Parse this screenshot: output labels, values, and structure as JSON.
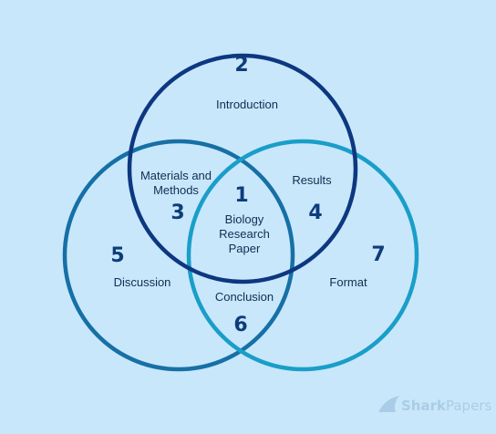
{
  "diagram": {
    "circles": [
      {
        "name": "top",
        "color": "#0d3880"
      },
      {
        "name": "left",
        "color": "#1670a6"
      },
      {
        "name": "right",
        "color": "#199ec9"
      }
    ],
    "text_color": "#0f2e52",
    "number_color": "#0d3d7a",
    "regions": [
      {
        "number": "2",
        "label": "Introduction"
      },
      {
        "number": "3",
        "label": "Materials and Methods"
      },
      {
        "number": "1",
        "label": "Biology Research Paper"
      },
      {
        "number": "4",
        "label": "Results"
      },
      {
        "number": "5",
        "label": "Discussion"
      },
      {
        "number": "7",
        "label": "Format"
      },
      {
        "number": "6",
        "label": "Conclusion"
      }
    ]
  },
  "logo": {
    "text_a": "Shark",
    "text_b": "Papers",
    "color": "#a9cde6",
    "icon": "shark-fin-icon"
  }
}
